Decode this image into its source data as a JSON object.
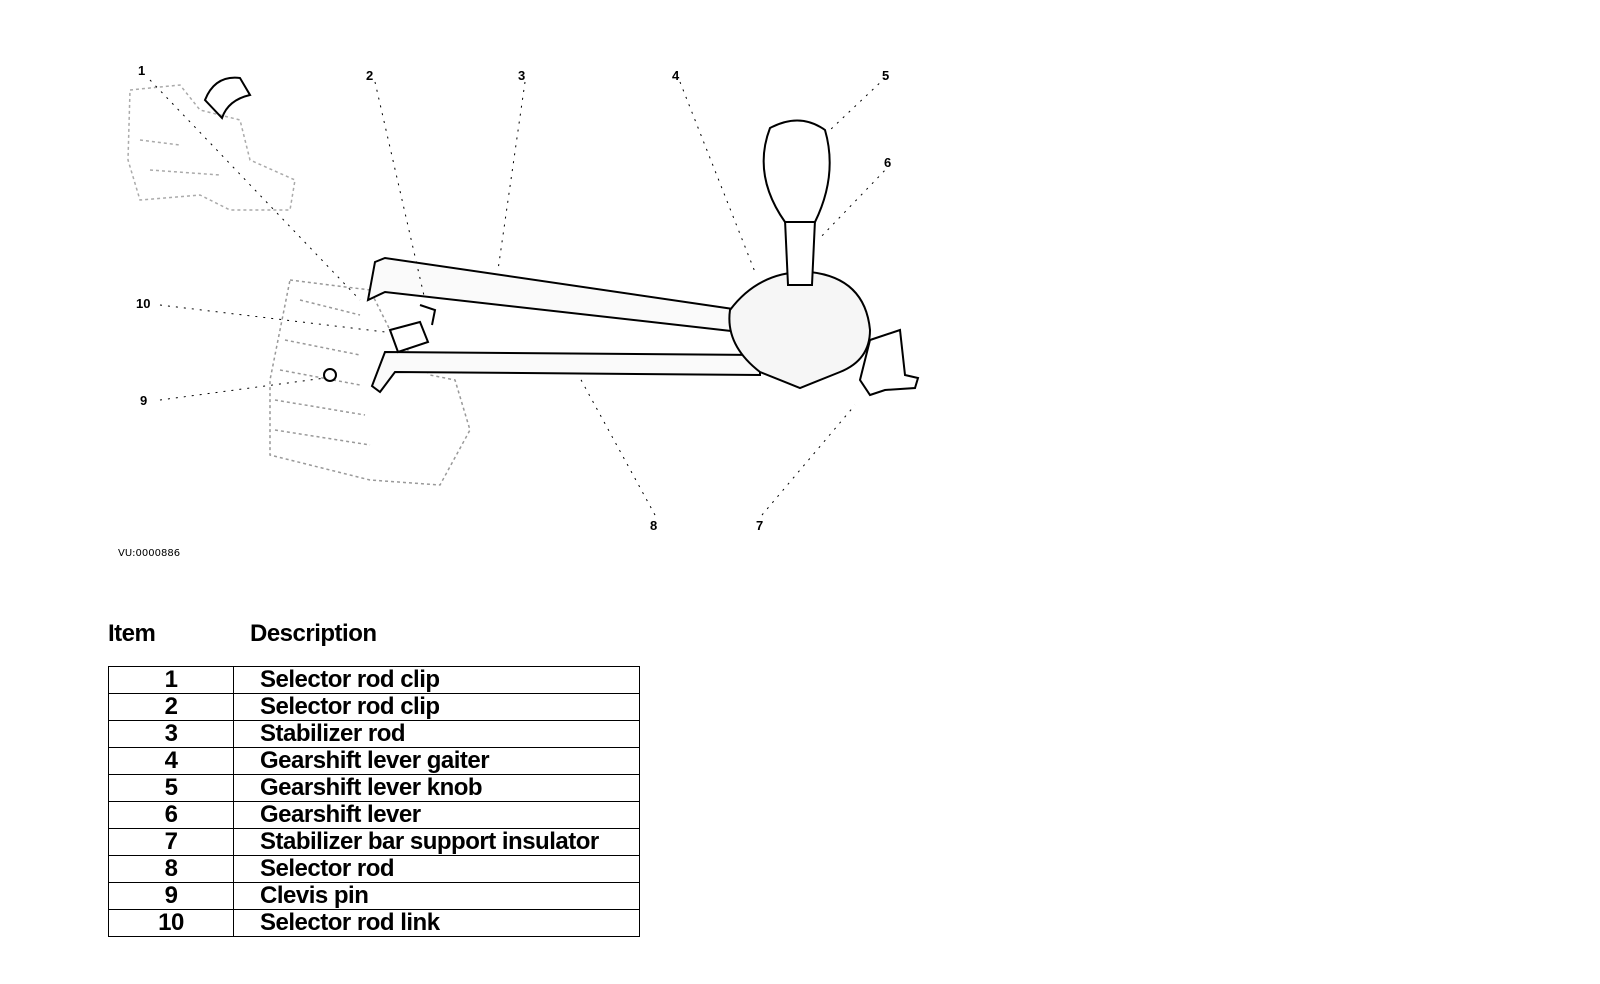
{
  "figure_id": "VU:0000886",
  "callouts": [
    "1",
    "2",
    "3",
    "4",
    "5",
    "6",
    "7",
    "8",
    "9",
    "10"
  ],
  "table": {
    "header_item": "Item",
    "header_description": "Description",
    "rows": [
      {
        "item": "1",
        "description": "Selector rod clip"
      },
      {
        "item": "2",
        "description": "Selector rod clip"
      },
      {
        "item": "3",
        "description": "Stabilizer rod"
      },
      {
        "item": "4",
        "description": "Gearshift lever gaiter"
      },
      {
        "item": "5",
        "description": "Gearshift lever knob"
      },
      {
        "item": "6",
        "description": "Gearshift lever"
      },
      {
        "item": "7",
        "description": "Stabilizer bar support insulator"
      },
      {
        "item": "8",
        "description": "Selector rod"
      },
      {
        "item": "9",
        "description": "Clevis pin"
      },
      {
        "item": "10",
        "description": "Selector rod link"
      }
    ]
  }
}
